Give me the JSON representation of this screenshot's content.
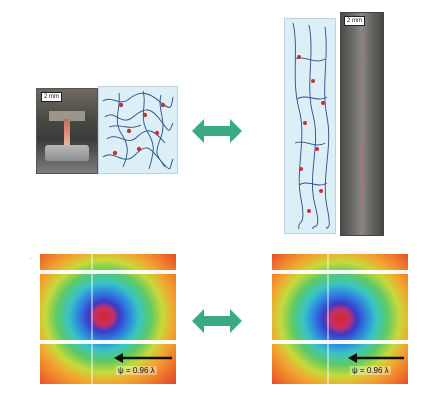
{
  "top_left": {
    "scale_label": "2 mm"
  },
  "top_right": {
    "scale_label": "2 mm"
  },
  "heatmap_left": {
    "arrow_label": "ψ = 0.96 λ"
  },
  "heatmap_right": {
    "arrow_label": "ψ = 0.96 λ"
  },
  "colors": {
    "arrow": "#3aaa86",
    "network_bg": "#dceef6",
    "network_line": "#2a4f8a",
    "network_node": "#c8333a"
  }
}
